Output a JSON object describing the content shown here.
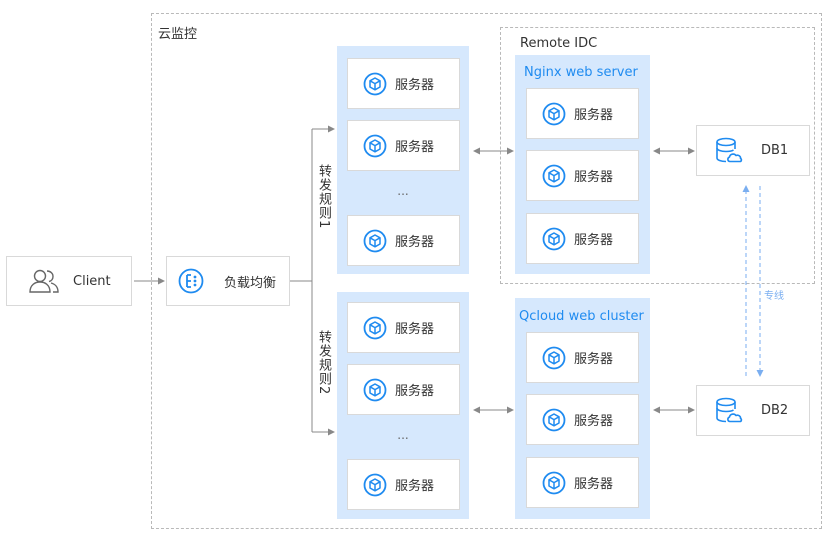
{
  "regions": {
    "cloud_monitor": "云监控",
    "remote_idc": "Remote IDC"
  },
  "client": {
    "label": "Client",
    "icon": "users-icon"
  },
  "load_balancer": {
    "label": "负载均衡",
    "icon": "load-balancer-icon"
  },
  "rules": {
    "rule1": "转发规则1",
    "rule2": "转发规则2"
  },
  "server_label": "服务器",
  "ellipsis": "...",
  "panels": {
    "nginx_title": "Nginx web server",
    "qcloud_title": "Qcloud web cluster"
  },
  "databases": {
    "db1": "DB1",
    "db2": "DB2",
    "db_icon": "database-cloud-icon"
  },
  "dedicated_line": "专线",
  "colors": {
    "accent": "#1f8bf0",
    "panel": "#d6e8fd",
    "line": "#888888"
  }
}
